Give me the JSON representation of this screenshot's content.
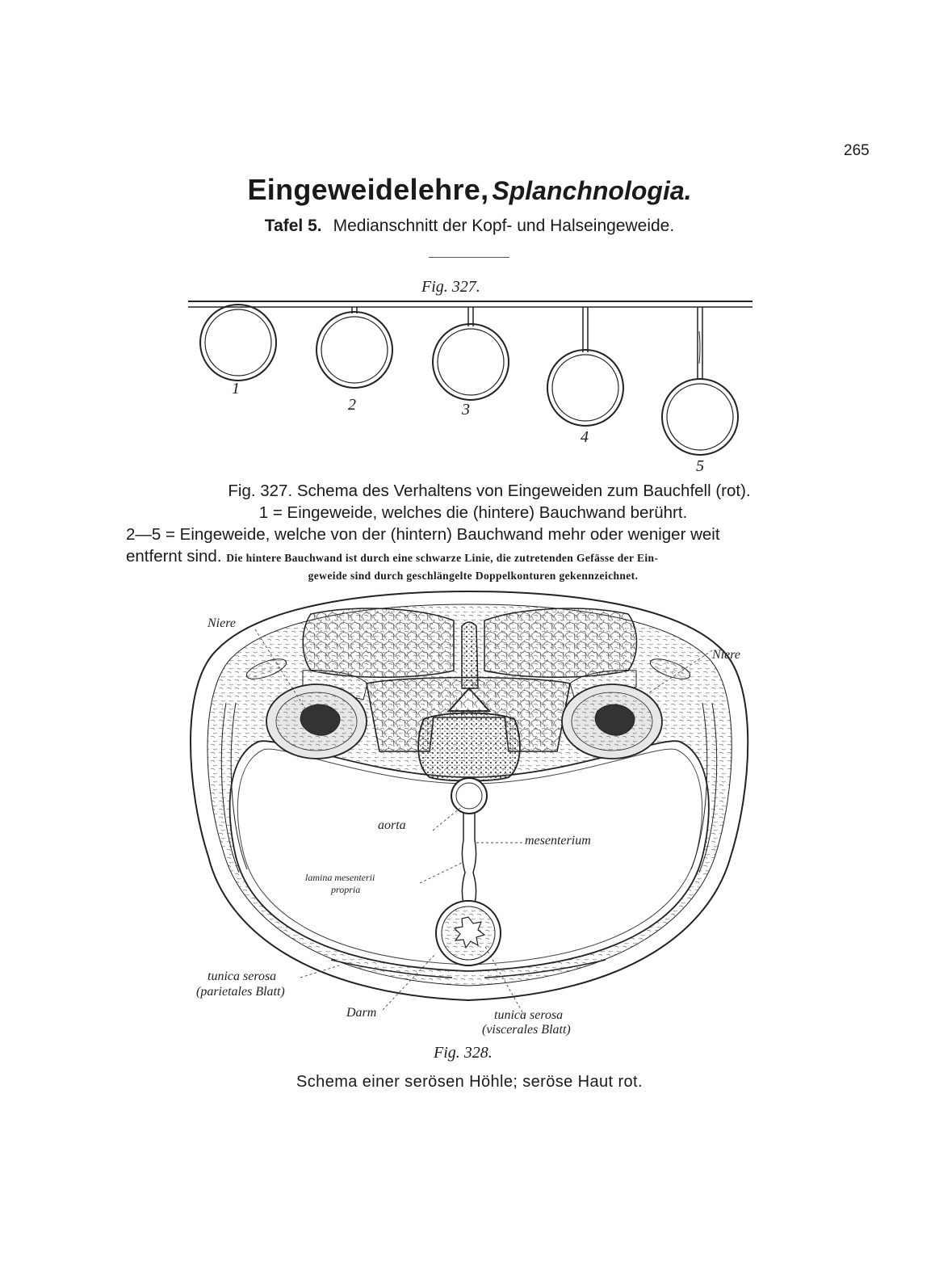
{
  "page": {
    "number": "265",
    "title": "Eingeweidelehre,",
    "title_latin": "Splanchnologia.",
    "subtitle_bold": "Tafel 5.",
    "subtitle": "Medianschnitt der Kopf- und Halseingeweide."
  },
  "fig327": {
    "label": "Fig. 327.",
    "numbers": [
      "1",
      "2",
      "3",
      "4",
      "5"
    ],
    "caption_line1": "Fig. 327.  Schema des Verhaltens von Eingeweiden zum Bauchfell (rot).",
    "caption_line2": "1 = Eingeweide, welches die (hintere) Bauchwand berührt.",
    "caption_line3": "2—5 = Eingeweide, welche von der (hintern) Bauchwand mehr oder weniger weit",
    "caption_line4_lead": "entfernt sind.",
    "caption_line4_small": "Die hintere Bauchwand ist durch eine schwarze Linie, die zutretenden Gefässe der Ein-",
    "caption_line5_small": "geweide sind durch geschlängelte Doppelkonturen gekennzeichnet."
  },
  "fig328": {
    "labels": {
      "niere_left": "Niere",
      "niere_right": "Niere",
      "aorta": "aorta",
      "mesenterium": "mesenterium",
      "lamina_1": "lamina mesenterii",
      "lamina_2": "propria",
      "tunica_parietal_1": "tunica serosa",
      "tunica_parietal_2": "(parietales Blatt)",
      "darm": "Darm",
      "tunica_visceral_1": "tunica serosa",
      "tunica_visceral_2": "(viscerales Blatt)"
    },
    "label": "Fig. 328.",
    "caption": "Schema einer serösen Höhle; seröse Haut rot."
  }
}
